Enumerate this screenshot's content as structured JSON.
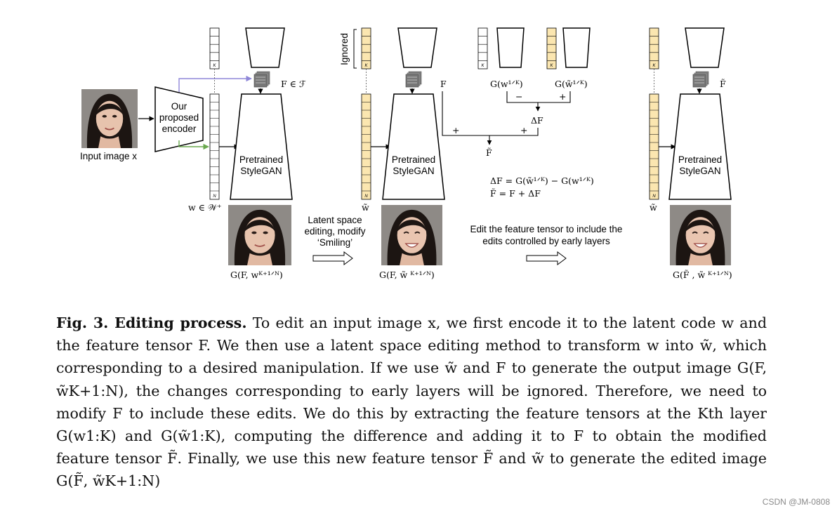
{
  "figure": {
    "input_label": "Input image x",
    "encoder_label": [
      "Our",
      "proposed",
      "encoder"
    ],
    "stylegan_label": [
      "Pretrained",
      "StyleGAN"
    ],
    "ignored_label": "Ignored",
    "w_space_label": "w ∈ 𝒲⁺",
    "w_tilde_label": "w̃",
    "F_set_label": "F ∈ ℱ",
    "F_label": "F",
    "F_tilde_label": "F̃",
    "G_wK_label": "G(w¹ᐟᴷ)",
    "G_wtK_label": "G(w̃¹ᐟᴷ)",
    "minus": "−",
    "plus": "+",
    "delta_F": "ΔF",
    "eq1": "ΔF = G(w̃¹ᐟᴷ) − G(w¹ᐟᴷ)",
    "eq2": "F̃ = F + ΔF",
    "latent_edit_text": [
      "Latent space",
      "editing, modify",
      "‘Smiling’"
    ],
    "feature_edit_text": [
      "Edit the feature tensor to include the",
      "edits controlled by early layers"
    ],
    "out1_label": "G(F, wᴷ⁺¹ᐟᴺ)",
    "out2_label": "G(F, w̃ ᴷ⁺¹ᐟᴺ)",
    "out3_label": "G(F̃ , w̃ ᴷ⁺¹ᐟᴺ)",
    "layer_K": "K",
    "layer_N": "N"
  },
  "caption": {
    "title": "Fig. 3. Editing process.",
    "text": "To edit an input image x, we first encode it to the latent code w and the feature tensor F. We then use a latent space editing method to transform w into w̃, which corresponding to a desired manipulation. If we use w̃ and F to generate the output image G(F, w̃K+1:N), the changes corresponding to early layers will be ignored. Therefore, we need to modify F to include these edits. We do this by extracting the feature tensors at the Kth layer G(w1:K) and G(w̃1:K), computing the difference and adding it to F to obtain the modified feature tensor F̃. Finally, we use this new feature tensor F̃ and w̃ to generate the edited image G(F̃, w̃K+1:N)"
  },
  "watermark": "CSDN @JM-0808"
}
